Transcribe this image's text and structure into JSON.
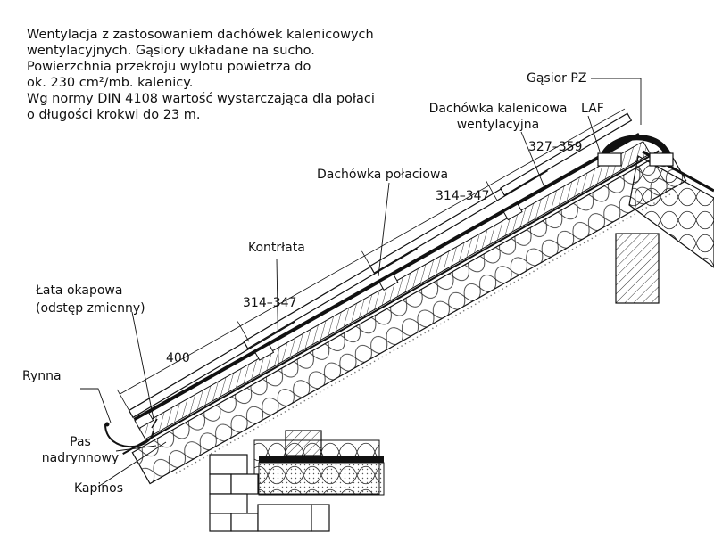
{
  "description": [
    "Wentylacja z zastosowaniem dachówek kalenicowych",
    "wentylacyjnych. Gąsiory układane na sucho.",
    "Powierzchnia przekroju wylotu powietrza do",
    "ok. 230 cm²/mb. kalenicy.",
    "Wg normy DIN 4108 wartość wystarczająca dla połaci",
    "o długości krokwi do 23 m."
  ],
  "labels": {
    "gasior": "Gąsior PZ",
    "vent_tile_1": "Dachówka kalenicowa",
    "vent_tile_2": "wentylacyjna",
    "laf": "LAF",
    "roof_tile": "Dachówka połaciowa",
    "counter_batten": "Kontrłata",
    "eaves_batten_1": "Łata okapowa",
    "eaves_batten_2": "(odstęp zmienny)",
    "gutter": "Rynna",
    "drip_1": "Pas",
    "drip_2": "nadrynnowy",
    "fascia": "Kapinos"
  },
  "dimensions": {
    "eaves": "400",
    "span_lower": "314–347",
    "span_upper": "314–347",
    "span_ridge": "327–359"
  }
}
